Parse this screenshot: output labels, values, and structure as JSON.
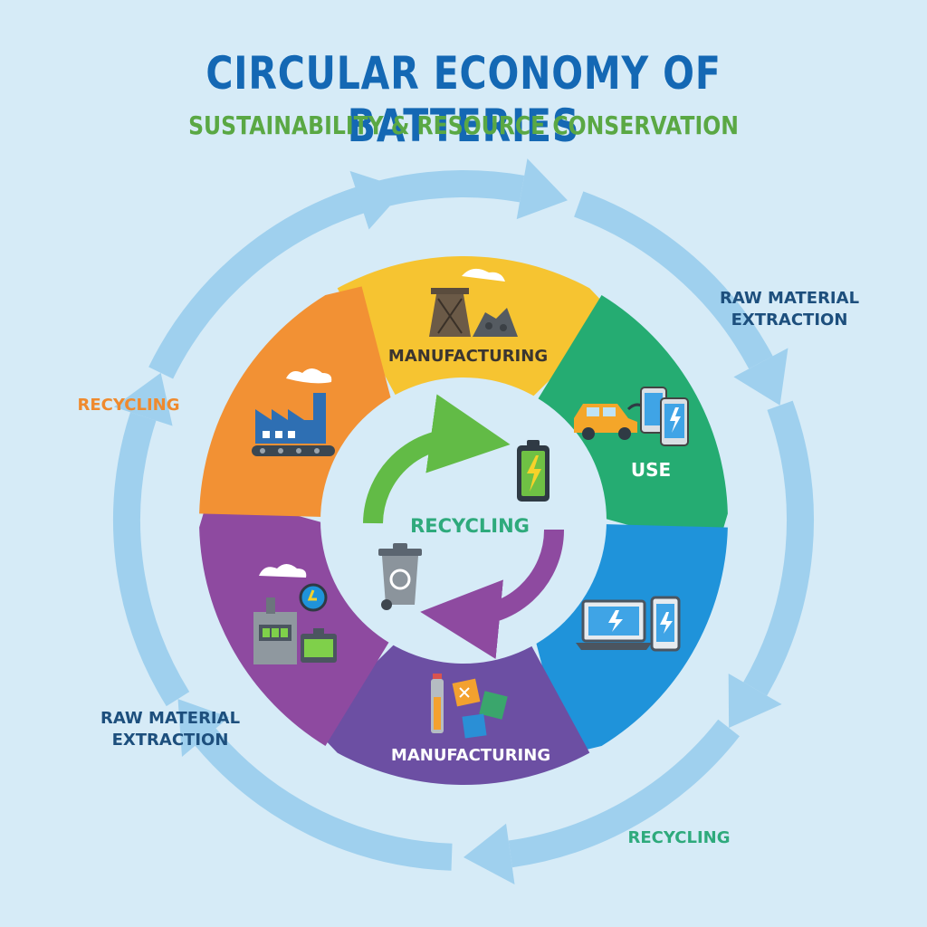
{
  "header": {
    "title": "CIRCULAR ECONOMY OF BATTERIES",
    "subtitle": "SUSTAINABILITY & RESOURCE CONSERVATION"
  },
  "segments": [
    {
      "label": "MANUFACTURING",
      "color": "#f6c431",
      "icon": "mining-tower-icon"
    },
    {
      "label": "USE",
      "color": "#25ac72",
      "icon": "car-and-phones-icon"
    },
    {
      "label": "",
      "color": "#1f93da",
      "icon": "laptop-and-tablet-icon"
    },
    {
      "label": "MANUFACTURING",
      "color": "#6c4fa3",
      "icon": "battery-cells-icon"
    },
    {
      "label": "",
      "color": "#8e4aa0",
      "icon": "power-plant-icon"
    },
    {
      "label": "",
      "color": "#f29134",
      "icon": "factory-icon"
    }
  ],
  "center": {
    "label": "RECYCLING",
    "label_color": "#2eaa7c",
    "green_arrow_color": "#62bb46",
    "purple_arrow_color": "#8e4aa0",
    "icons": [
      "battery-icon",
      "recycle-bin-icon"
    ]
  },
  "outer_labels": {
    "raw_material_right": "RAW MATERIAL\nEXTRACTION",
    "recycling_left": "RECYCLING",
    "raw_material_left": "RAW MATERIAL\nEXTRACTION",
    "recycling_bottom": "RECYCLING"
  },
  "colors": {
    "background": "#d6ebf7",
    "outer_arrows": "#9fd0ee",
    "title": "#1468b4",
    "subtitle": "#5aa844"
  }
}
